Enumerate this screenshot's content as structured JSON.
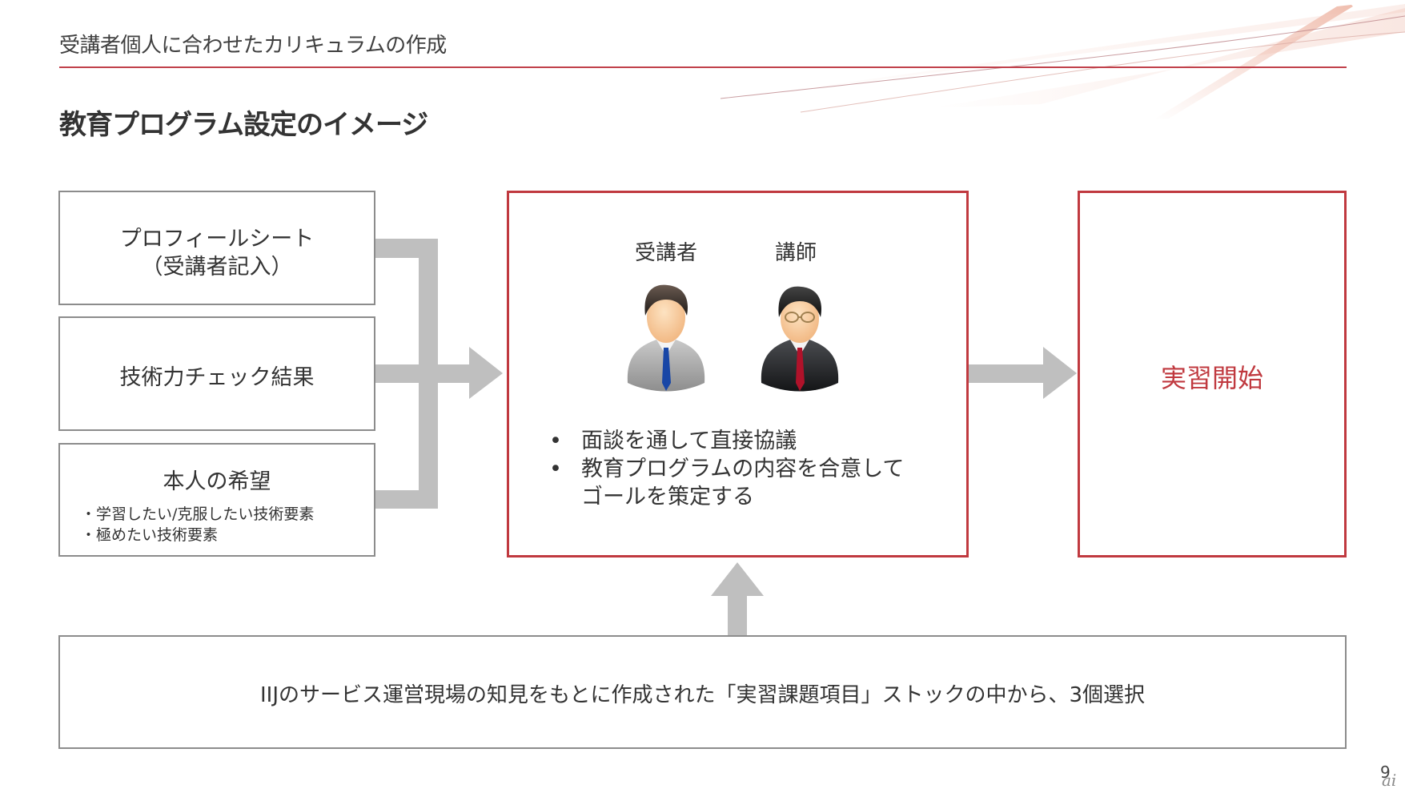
{
  "header": {
    "title": "受講者個人に合わせたカリキュラムの作成",
    "accent_color": "#c0393f"
  },
  "section_title": "教育プログラム設定のイメージ",
  "inputs": [
    {
      "line1": "プロフィールシート",
      "line2": "（受講者記入）"
    },
    {
      "line1": "技術力チェック結果"
    },
    {
      "line1": "本人の希望",
      "subitems": [
        "・学習したい/克服したい技術要素",
        "・極めたい技術要素"
      ]
    }
  ],
  "meeting": {
    "participants": [
      {
        "label": "受講者",
        "icon": "trainee-avatar-icon"
      },
      {
        "label": "講師",
        "icon": "instructor-avatar-icon"
      }
    ],
    "bullet_symbol": "•",
    "bullets": [
      {
        "lines": [
          "面談を通して直接協議"
        ]
      },
      {
        "lines": [
          "教育プログラムの内容を合意して",
          "ゴールを策定する"
        ]
      }
    ]
  },
  "result": {
    "label": "実習開始"
  },
  "source": {
    "text": "IIJのサービス運営現場の知見をもとに作成された「実習課題項目」ストックの中から、3個選択"
  },
  "page_number": "9",
  "watermark": "ai",
  "colors": {
    "arrow_gray": "#bfbfbf",
    "box_border_gray": "#8c8c8c",
    "box_border_red": "#c0393f"
  }
}
